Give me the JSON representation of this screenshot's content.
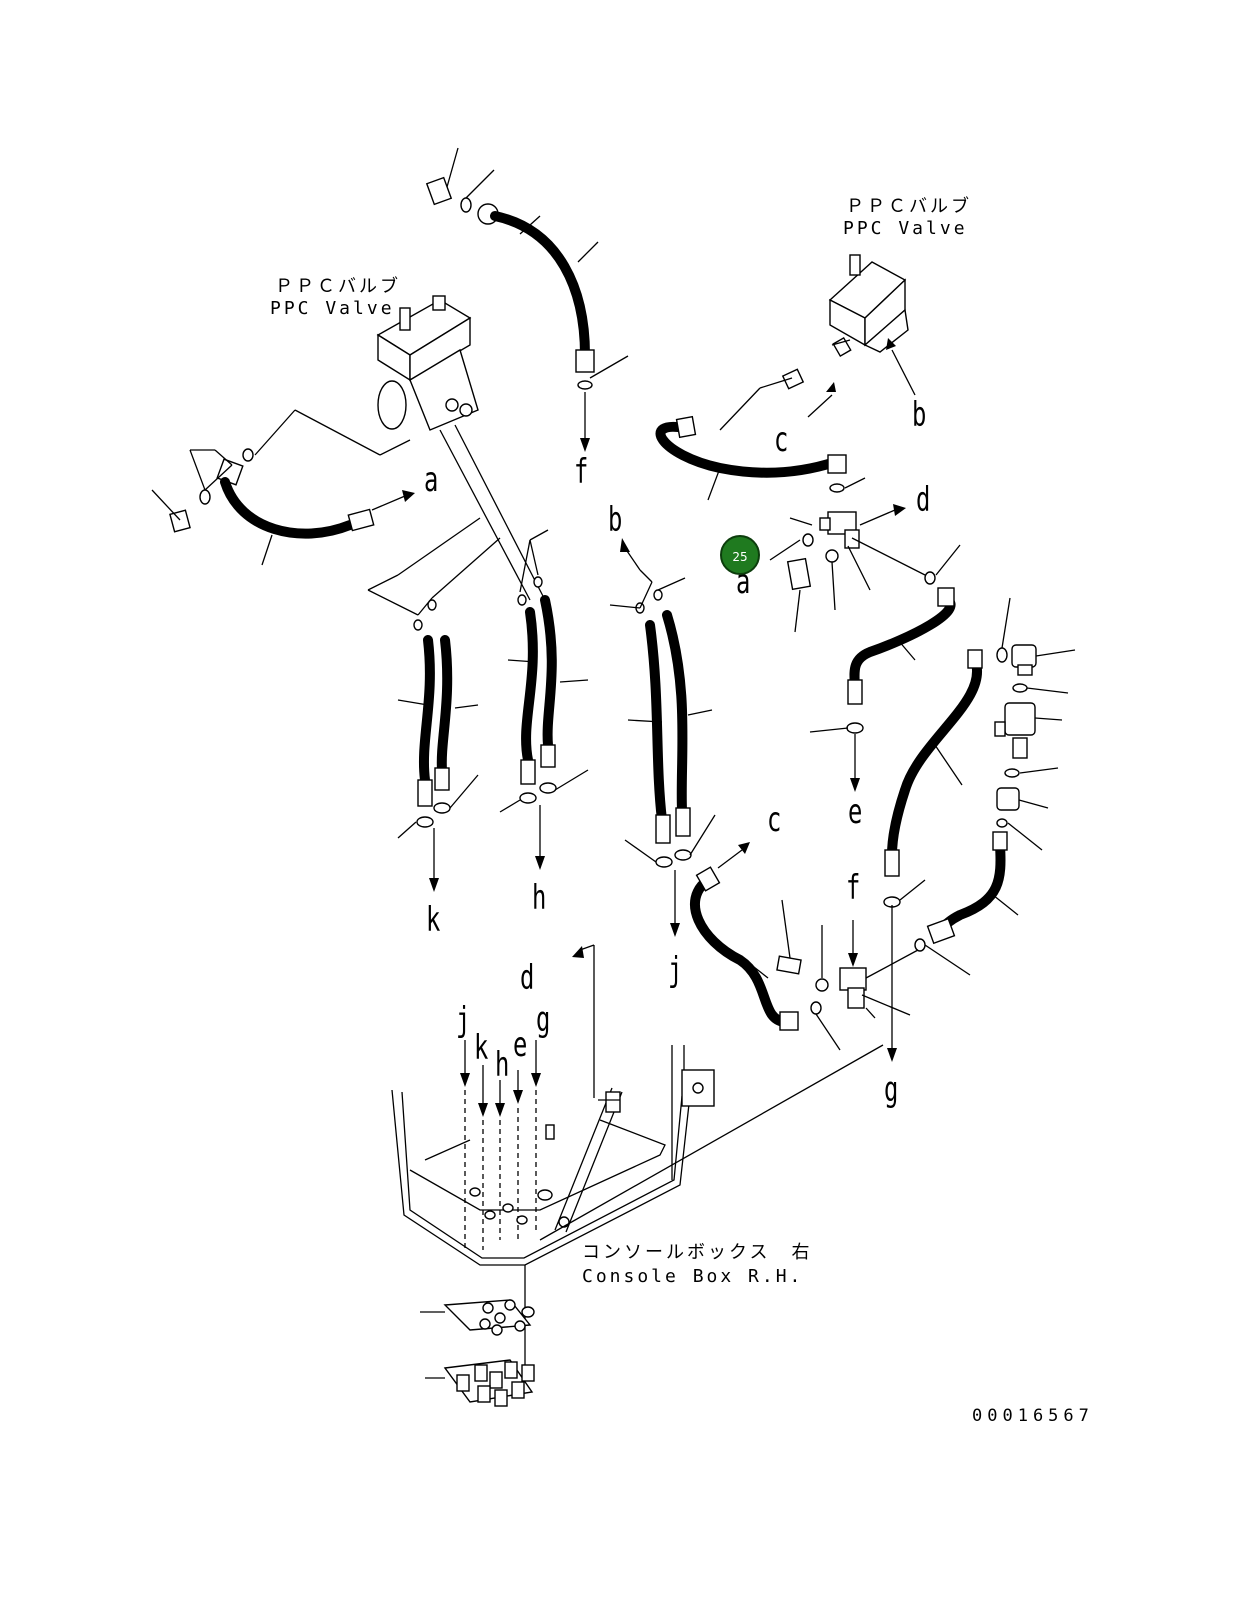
{
  "labels": {
    "ppc_valve_left_jp": "ＰＰＣバルブ",
    "ppc_valve_left_en": "PPC Valve",
    "ppc_valve_right_jp": "ＰＰＣバルブ",
    "ppc_valve_right_en": "PPC Valve",
    "console_box_jp": "コンソールボックス　右",
    "console_box_en": "Console Box R.H.",
    "doc_number": "00016567"
  },
  "callout_badge": {
    "label": "25",
    "color": "#1f7a1f"
  },
  "connection_letters": {
    "a_left": "a",
    "a_right": "a",
    "b_top": "b",
    "b_mid": "b",
    "c_top": "c",
    "c_mid": "c",
    "d_top": "d",
    "d_bottom": "d",
    "e_mid": "e",
    "e_bottom": "e",
    "f_top": "f",
    "f_mid": "f",
    "g_right": "g",
    "g_bottom": "g",
    "h_mid": "h",
    "h_bottom": "h",
    "j_mid": "j",
    "j_bottom": "j",
    "k_mid": "k",
    "k_bottom": "k"
  }
}
